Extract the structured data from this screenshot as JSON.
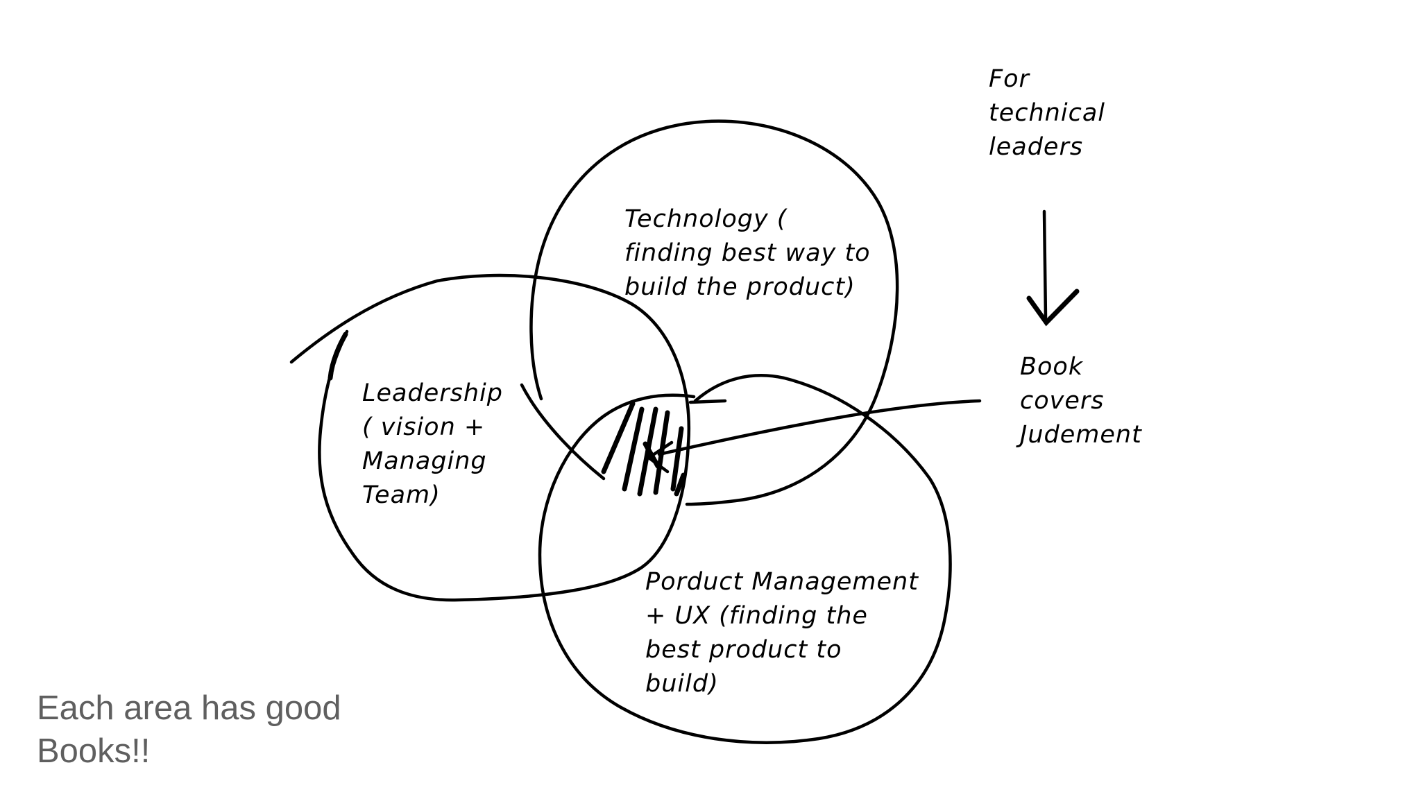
{
  "diagram": {
    "circles": {
      "technology": "Technology (\nfinding best way to\nbuild the product)",
      "leadership": "Leadership\n( vision +\nManaging\nTeam)",
      "product": "Porduct Management\n+ UX (finding the\nbest product to\nbuild)"
    },
    "audience_note": "For\ntechnical\nleaders",
    "book_note": "Book\ncovers\nJudement"
  },
  "footer": {
    "note": "Each area has good\nBooks!!"
  },
  "colors": {
    "ink": "#000000",
    "footer_text": "#5f5f5f",
    "background": "#ffffff"
  }
}
